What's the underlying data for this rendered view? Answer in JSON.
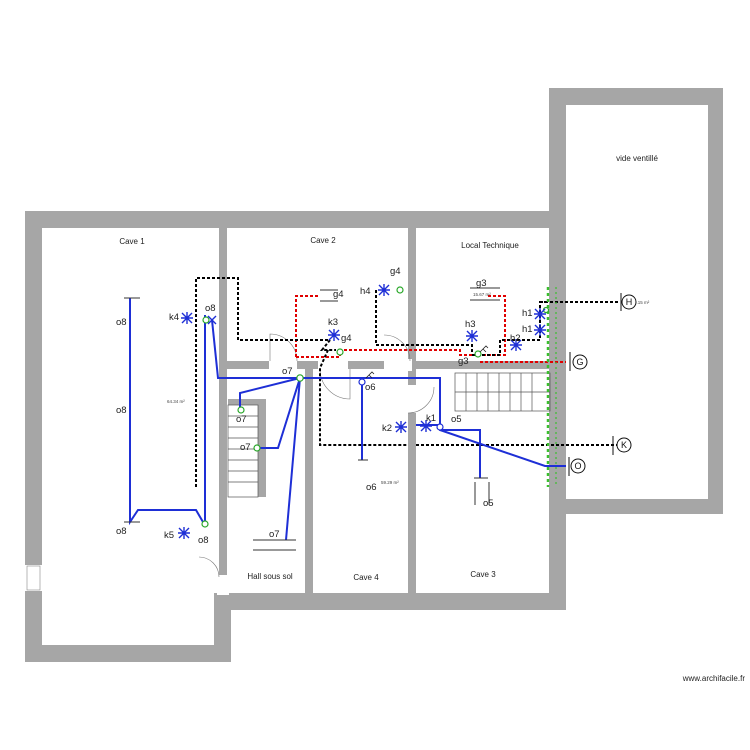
{
  "rooms": {
    "cave1": "Cave 1",
    "cave2": "Cave 2",
    "local_technique": "Local Technique",
    "vide_ventile": "vide ventillé",
    "hall": "Hall sous sol",
    "cave4": "Cave 4",
    "cave3": "Cave 3"
  },
  "areas": {
    "cave1": "64.34 m²",
    "cave4": "59.29 m²",
    "local_technique": "15.67 m²",
    "vide": "0.15 m²"
  },
  "labels": {
    "o8": "o8",
    "k4": "k4",
    "k5": "k5",
    "o7": "o7",
    "g4": "g4",
    "h4": "h4",
    "k3": "k3",
    "g3": "g3",
    "h3": "h3",
    "h1": "h1",
    "h2": "h2",
    "o6": "o6",
    "k1": "k1",
    "k2": "k2",
    "o5": "o5"
  },
  "symbols": {
    "H": "H",
    "G": "G",
    "K": "K",
    "O": "O"
  },
  "credit": "www.archifacile.fr",
  "colors": {
    "wall": "#a6a6a6",
    "black_network": "#000000",
    "red_network": "#e00000",
    "blue_network": "#1e2fd6",
    "green_marker": "#3bbf2f"
  }
}
